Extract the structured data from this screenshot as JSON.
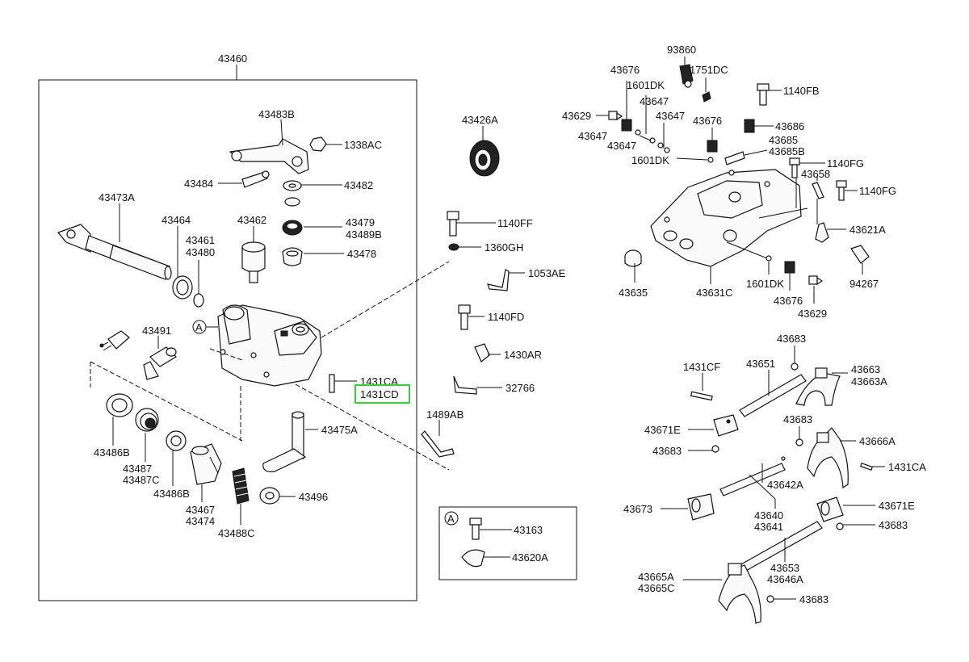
{
  "diagram": {
    "labels": {
      "l43460": "43460",
      "l43483B": "43483B",
      "l1338AC": "1338AC",
      "l43484": "43484",
      "l43482": "43482",
      "l43473A": "43473A",
      "l43464": "43464",
      "l43462": "43462",
      "l43479": "43479",
      "l43489B": "43489B",
      "l43461": "43461",
      "l43480": "43480",
      "l43478": "43478",
      "l43491": "43491",
      "lA1": "A",
      "l1431CA": "1431CA",
      "l1431CD": "1431CD",
      "l43486B_1": "43486B",
      "l43487": "43487",
      "l43487C": "43487C",
      "l43486B_2": "43486B",
      "l43475A": "43475A",
      "l43467": "43467",
      "l43474": "43474",
      "l43488C": "43488C",
      "l43496": "43496",
      "l43426A": "43426A",
      "l1140FF": "1140FF",
      "l1360GH": "1360GH",
      "l1053AE": "1053AE",
      "l1140FD": "1140FD",
      "l1430AR": "1430AR",
      "l32766": "32766",
      "l1489AB": "1489AB",
      "lA2": "A",
      "l43163": "43163",
      "l43620A": "43620A",
      "l93860": "93860",
      "l43676_1": "43676",
      "l1751DC": "1751DC",
      "l1601DK_1": "1601DK",
      "l1140FB": "1140FB",
      "l43647_1": "43647",
      "l43629_1": "43629",
      "l43647_2": "43647",
      "l43676_2": "43676",
      "l43686": "43686",
      "l43647_3": "43647",
      "l43647_4": "43647",
      "l43685": "43685",
      "l43685B": "43685B",
      "l1601DK_2": "1601DK",
      "l1140FG_1": "1140FG",
      "l43658": "43658",
      "l1140FG_2": "1140FG",
      "l43621A": "43621A",
      "l43635": "43635",
      "l43631C": "43631C",
      "l1601DK_3": "1601DK",
      "l94267": "94267",
      "l43676_3": "43676",
      "l43629_2": "43629",
      "l43683_1": "43683",
      "l1431CF": "1431CF",
      "l43651": "43651",
      "l43663": "43663",
      "l43663A": "43663A",
      "l43683_2": "43683",
      "l43671E_1": "43671E",
      "l43666A": "43666A",
      "l43683_3": "43683",
      "l1431CA_2": "1431CA",
      "l43642A": "43642A",
      "l43673": "43673",
      "l43671E_2": "43671E",
      "l43640": "43640",
      "l43641": "43641",
      "l43683_4": "43683",
      "l43653": "43653",
      "l43646A": "43646A",
      "l43665A": "43665A",
      "l43665C": "43665C",
      "l43683_5": "43683"
    },
    "highlight_color": "#3ccb3c"
  }
}
